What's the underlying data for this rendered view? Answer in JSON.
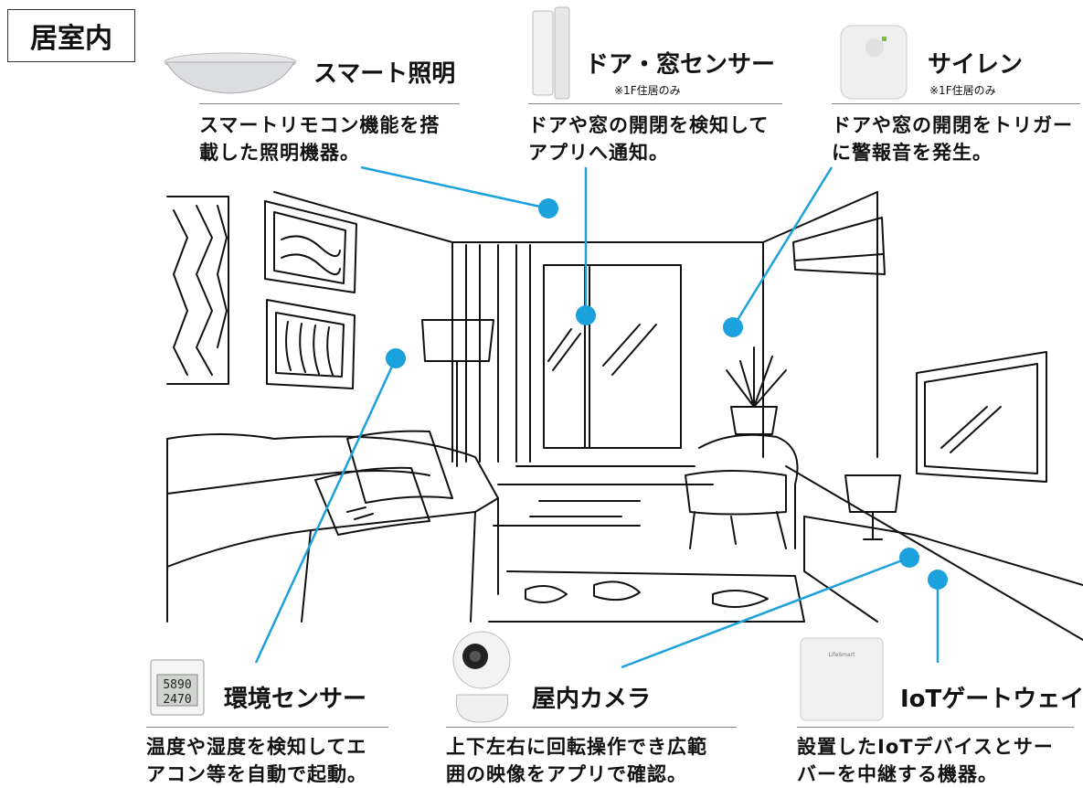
{
  "section_tag": "居室内",
  "devices": {
    "light": {
      "title": "スマート照明",
      "desc": [
        "スマートリモコン機能を搭",
        "載した照明機器。"
      ]
    },
    "door": {
      "title": "ドア・窓センサー",
      "note": "※1F住居のみ",
      "desc": [
        "ドアや窓の開閉を検知して",
        "アプリへ通知。"
      ]
    },
    "siren": {
      "title": "サイレン",
      "note": "※1F住居のみ",
      "desc": [
        "ドアや窓の開閉をトリガー",
        "に警報音を発生。"
      ]
    },
    "env": {
      "title": "環境センサー",
      "desc": [
        "温度や湿度を検知してエ",
        "アコン等を自動で起動。"
      ],
      "display": [
        "5890",
        "2470"
      ]
    },
    "camera": {
      "title": "屋内カメラ",
      "desc": [
        "上下左右に回転操作でき広範",
        "囲の映像をアプリで確認。"
      ]
    },
    "gateway": {
      "title": "IoTゲートウェイ",
      "desc": [
        "設置したIoTデバイスとサー",
        "バーを中継する機器。"
      ],
      "brand": "LifeSmart"
    }
  },
  "colors": {
    "accent": "#1ba1dc",
    "line_art": "#111111",
    "rule": "#888888"
  }
}
